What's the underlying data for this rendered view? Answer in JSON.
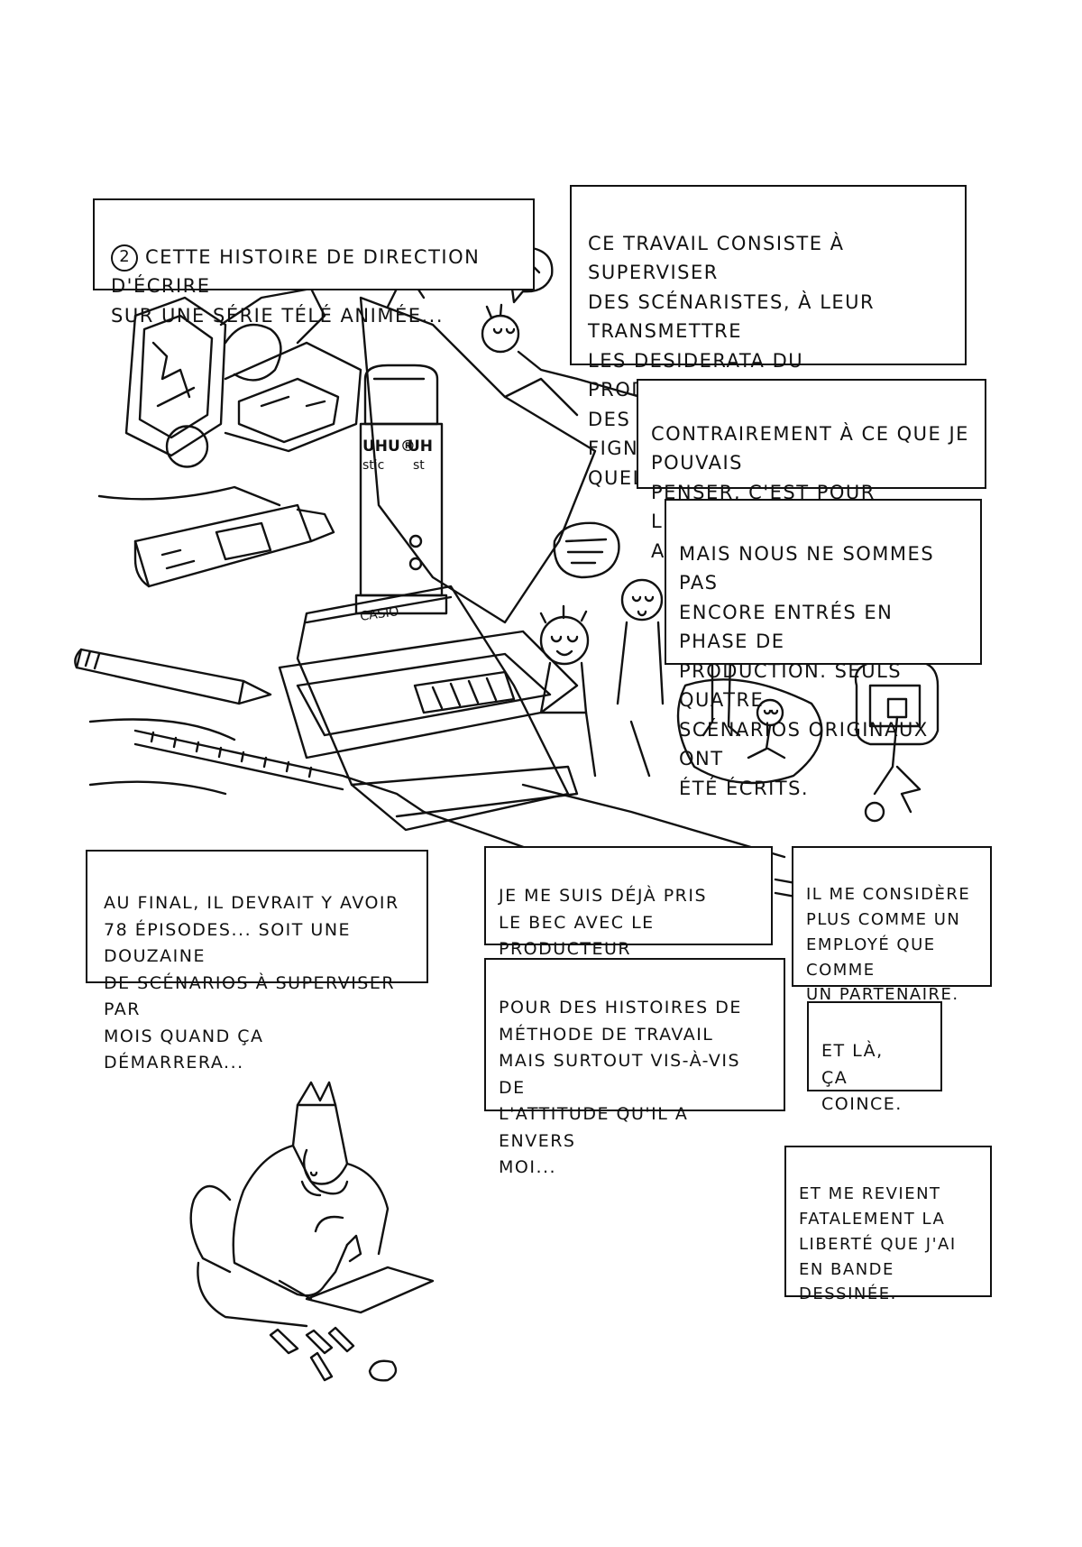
{
  "captions": {
    "c1_number": "2",
    "c1": "CETTE HISTOIRE DE DIRECTION D'ÉCRIRE\nSUR UNE SÉRIE TÉLÉ ANIMÉE...",
    "c2": "CE TRAVAIL CONSISTE À SUPERVISER\nDES SCÉNARISTES, À LEUR TRANSMETTRE\nLES DESIDERATA DU PRODUCTEUR ET\nDES CHAÎNES TÉLÉ ET À FIGNOLER\nQUELQUES RETOUCHES.",
    "c3": "CONTRAIREMENT À CE QUE JE POUVAIS\nPENSER, C'EST POUR L'INSTANT ASSEZ\nAMUSANT.",
    "c4": "MAIS NOUS NE SOMMES PAS\nENCORE ENTRÉS EN PHASE DE\nPRODUCTION. SEULS QUATRE\nSCÉNARIOS ORIGINAUX ONT\nÉTÉ ÉCRITS.",
    "c5": "AU FINAL, IL DEVRAIT Y AVOIR\n78 ÉPISODES... SOIT UNE DOUZAINE\nDE SCÉNARIOS À SUPERVISER PAR\nMOIS QUAND ÇA DÉMARRERA...",
    "c6": "JE ME SUIS DÉJÀ PRIS\nLE BEC AVEC LE PRODUCTEUR\nMALGRÉ TOUT...",
    "c7": "IL ME CONSIDÈRE\nPLUS COMME UN\nEMPLOYÉ QUE COMME\nUN PARTENAIRE.",
    "c8": "POUR DES HISTOIRES DE\nMÉTHODE DE TRAVAIL\nMAIS SURTOUT VIS-À-VIS DE\nL'ATTITUDE QU'IL A ENVERS\nMOI...",
    "c9": "ET LÀ,\nÇA COINCE.",
    "c10": "ET ME REVIENT\nFATALEMENT LA\nLIBERTÉ QUE J'AI\nEN BANDE DESSINÉE."
  },
  "drawing_labels": {
    "glue_brand_1": "UHU®",
    "glue_brand_2": "UH",
    "glue_sub_1": "stic",
    "glue_sub_2": "st",
    "calculator_brand": "CASIO"
  },
  "icons": {
    "desk_scene": "desk-drawing",
    "artist": "artist-drawing-at-desk"
  }
}
